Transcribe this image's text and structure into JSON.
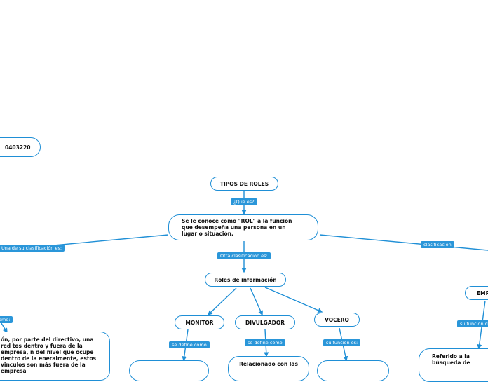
{
  "nodes": {
    "code": "0403220",
    "tipos_de_roles": "TIPOS DE ROLES",
    "definicion": "Se le conoce como \"ROL\" a la función que desempeña una persona en un lugar o situación.",
    "roles_informacion": "Roles de información",
    "monitor": "MONITOR",
    "divulgador": "DIVULGADOR",
    "vocero": "VOCERO",
    "empresario_partial": "EMP",
    "left_paragraph": "ón, por parte del directivo, una red tos dentro y fuera de la empresa, n del nivel que ocupe dentro de la eneralmente, estos vinculos son más fuera de la empresa",
    "divulgador_child": "Relacionado con las",
    "referido": "Referido a la búsqueda de"
  },
  "tags": {
    "que_es": "¿Qué es?",
    "una_de_su_clasificacion": "Una de su clasificación es:",
    "clasificacion": "clasificación",
    "otra_clasificacion": "Otra clasificación es:",
    "como": "omo:",
    "se_define_como_monitor": "se define como",
    "se_define_como_divulgador": "se define como",
    "su_funcion_es": "su función es:",
    "su_funcion_partial": "su función d"
  },
  "colors": {
    "line": "#1f8fd6",
    "tag_bg": "#2a96d9",
    "node_border": "#1f8fd6"
  }
}
